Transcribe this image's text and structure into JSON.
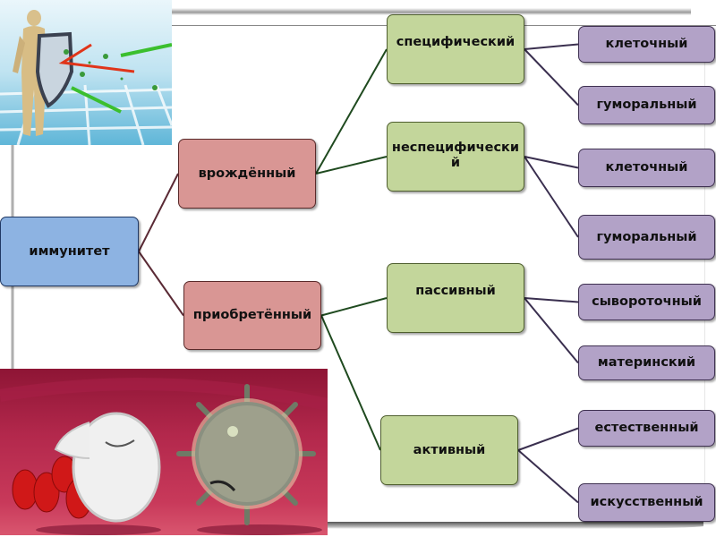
{
  "diagram": {
    "root": {
      "id": "root",
      "label": "иммунитет"
    },
    "level1": [
      {
        "id": "innate",
        "label": "врождённый"
      },
      {
        "id": "acquired",
        "label": "приобретённый"
      }
    ],
    "level2": [
      {
        "id": "specific",
        "label": "специфический",
        "parent": "innate"
      },
      {
        "id": "nonspecific",
        "label": "неспецифический",
        "parent": "innate"
      },
      {
        "id": "passive",
        "label": "пассивный",
        "parent": "acquired"
      },
      {
        "id": "active",
        "label": "активный",
        "parent": "acquired"
      }
    ],
    "level3": [
      {
        "id": "spec-cell",
        "label": "клеточный",
        "parent": "specific"
      },
      {
        "id": "spec-hum",
        "label": "гуморальный",
        "parent": "specific"
      },
      {
        "id": "nonspec-cell",
        "label": "клеточный",
        "parent": "nonspecific"
      },
      {
        "id": "nonspec-hum",
        "label": "гуморальный",
        "parent": "nonspecific"
      },
      {
        "id": "serum",
        "label": "сывороточный",
        "parent": "passive"
      },
      {
        "id": "maternal",
        "label": "материнский",
        "parent": "passive"
      },
      {
        "id": "natural",
        "label": "естественный",
        "parent": "active"
      },
      {
        "id": "artificial",
        "label": "искусственный",
        "parent": "active"
      }
    ]
  },
  "colors": {
    "root": "#8db3e2",
    "level1": "#d99694",
    "level2": "#c3d69b",
    "level3": "#b2a2c7",
    "link_root": "#5a2a35",
    "link_level1": "#1f4a1f",
    "link_level2": "#3a2f4f"
  },
  "images": {
    "top": "shield-defense-illustration",
    "bottom": "white-blood-cell-vs-virus-illustration"
  }
}
